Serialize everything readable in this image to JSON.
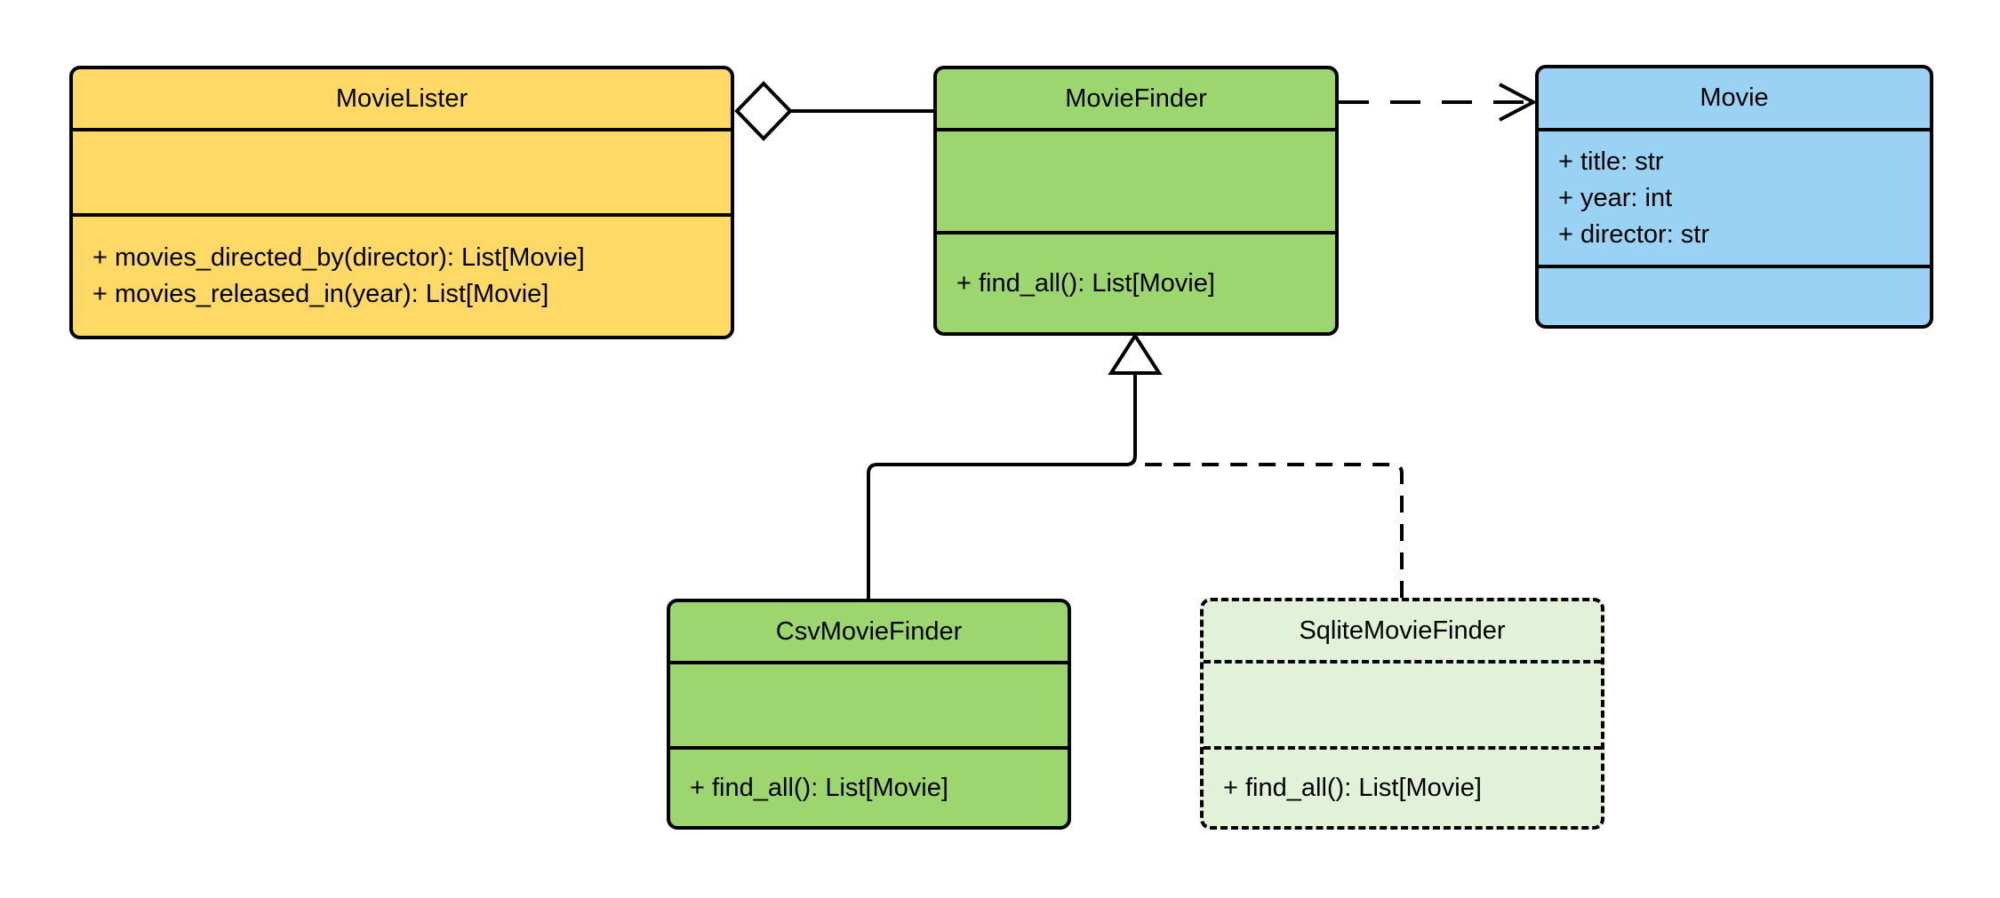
{
  "diagram": {
    "kind": "UML class diagram",
    "classes": [
      {
        "name": "MovieLister",
        "fill": "#ffd966",
        "border_style": "solid",
        "attributes": [],
        "methods": [
          "+ movies_directed_by(director): List[Movie]",
          "+ movies_released_in(year): List[Movie]"
        ]
      },
      {
        "name": "MovieFinder",
        "fill": "#9dd56f",
        "border_style": "solid",
        "attributes": [],
        "methods": [
          "+ find_all(): List[Movie]"
        ]
      },
      {
        "name": "Movie",
        "fill": "#99d2f2",
        "border_style": "solid",
        "attributes": [
          "+ title: str",
          "+ year: int",
          "+ director: str"
        ],
        "methods": []
      },
      {
        "name": "CsvMovieFinder",
        "fill": "#9dd56f",
        "border_style": "solid",
        "attributes": [],
        "methods": [
          "+ find_all(): List[Movie]"
        ]
      },
      {
        "name": "SqliteMovieFinder",
        "fill": "#e2f2d8",
        "border_style": "dashed",
        "attributes": [],
        "methods": [
          "+ find_all(): List[Movie]"
        ]
      }
    ],
    "relationships": [
      {
        "type": "aggregation",
        "source": "MovieLister",
        "target": "MovieFinder",
        "line": "solid",
        "marker": "hollow diamond at source"
      },
      {
        "type": "dependency",
        "source": "MovieFinder",
        "target": "Movie",
        "line": "dashed",
        "marker": "open arrowhead at target"
      },
      {
        "type": "generalization",
        "source": "CsvMovieFinder",
        "target": "MovieFinder",
        "line": "solid",
        "marker": "hollow triangle at target"
      },
      {
        "type": "generalization",
        "source": "SqliteMovieFinder",
        "target": "MovieFinder",
        "line": "dashed",
        "marker": "hollow triangle at target (shared)"
      }
    ],
    "colors": {
      "background": "#ffffff",
      "stroke": "#000000",
      "text": "#000000",
      "yellow": "#ffd966",
      "green": "#9dd56f",
      "blue": "#99d2f2",
      "light_green": "#e2f2d8"
    }
  }
}
